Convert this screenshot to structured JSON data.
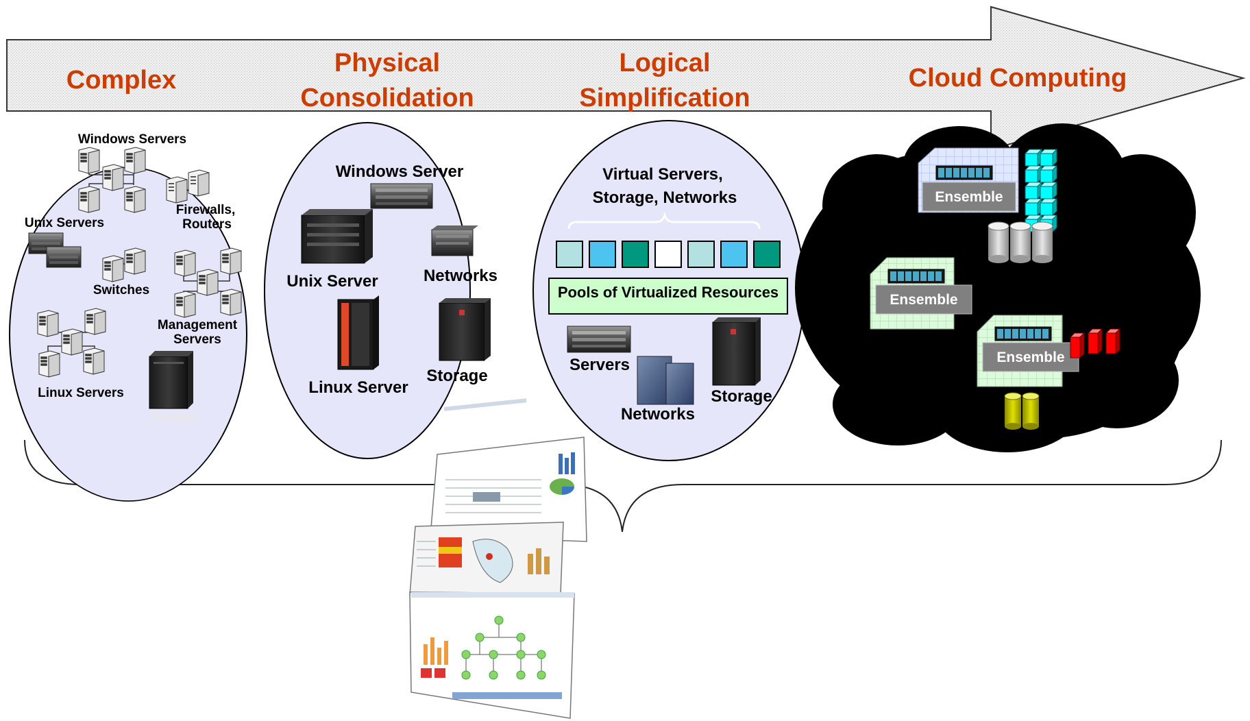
{
  "stages": {
    "complex": "Complex",
    "physical_1": "Physical",
    "physical_2": "Consolidation",
    "logical_1": "Logical",
    "logical_2": "Simplification",
    "cloud": "Cloud Computing"
  },
  "complex": {
    "windows_servers": "Windows Servers",
    "unix_servers": "Unix Servers",
    "firewalls_1": "Firewalls,",
    "firewalls_2": "Routers",
    "switches": "Switches",
    "management_1": "Management",
    "management_2": "Servers",
    "linux_servers": "Linux Servers",
    "storage": "Storage"
  },
  "physical": {
    "windows_server": "Windows Server",
    "unix_server": "Unix Server",
    "networks": "Networks",
    "linux_server": "Linux Server",
    "storage": "Storage"
  },
  "logical": {
    "heading_1": "Virtual Servers,",
    "heading_2": "Storage, Networks",
    "pools": "Pools of Virtualized Resources",
    "servers": "Servers",
    "networks": "Networks",
    "storage": "Storage"
  },
  "cloud": {
    "ensemble_1": "Ensemble",
    "ensemble_2": "Ensemble",
    "ensemble_3": "Ensemble"
  },
  "colors": {
    "stage_text": "#cc3d00",
    "ellipse_fill": "#e6e6fa",
    "arrow_fill": "#e8e8e8",
    "cloud_fill": "#000000",
    "pool_fill": "#ccffcc",
    "ensemble_label": "#808080",
    "cyan_cubes": "#00ffff",
    "red_cubes": "#ff0000",
    "yellow_disks": "#cccc00"
  },
  "pool_squares": [
    "#b3e0e0",
    "#4dc3f0",
    "#009980",
    "#ffffff",
    "#b3e0e0",
    "#4dc3f0",
    "#009980"
  ]
}
